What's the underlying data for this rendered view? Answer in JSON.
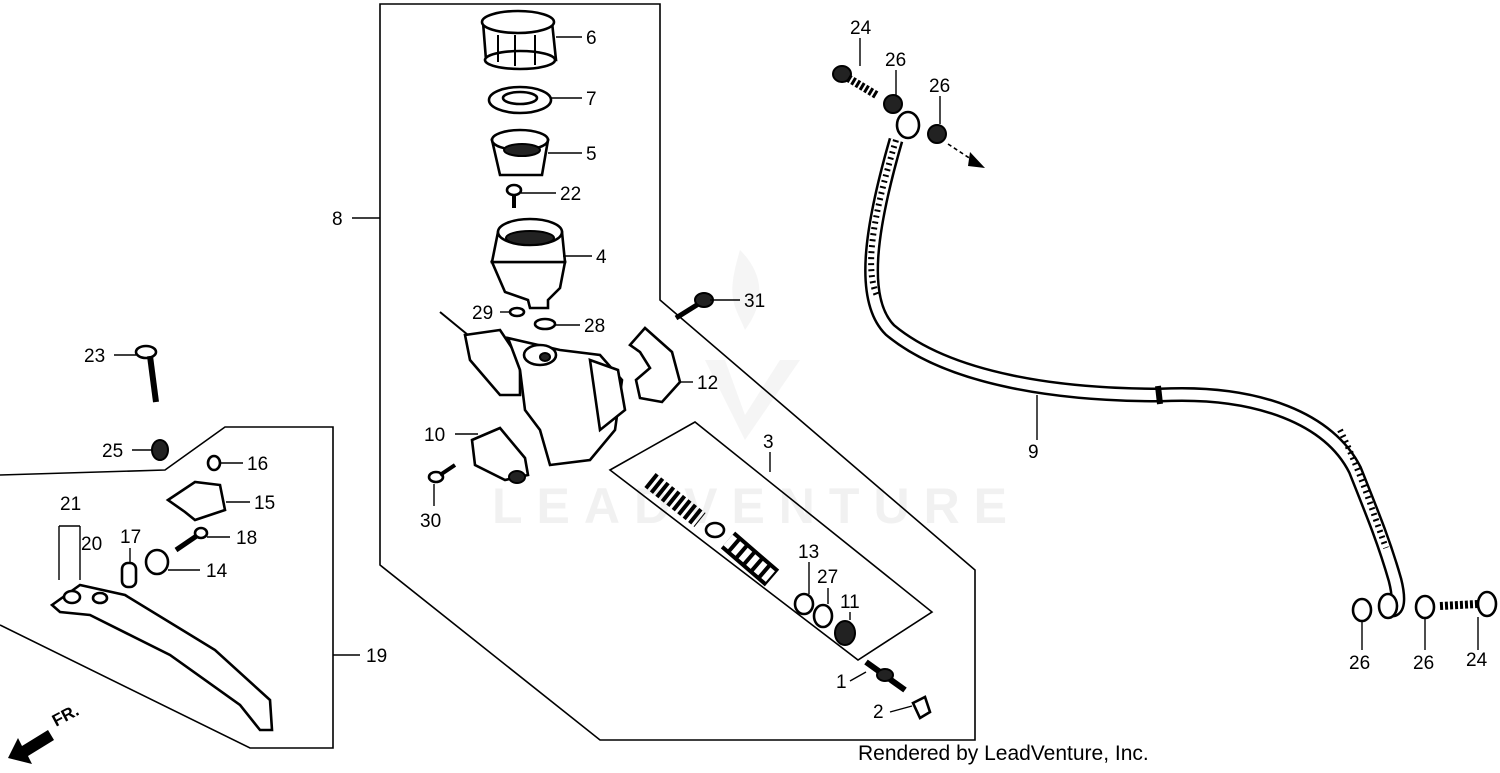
{
  "watermark": {
    "text": "LEADVENTURE"
  },
  "credit": {
    "text": "Rendered by LeadVenture, Inc."
  },
  "direction": {
    "label": "FR."
  },
  "callouts": [
    {
      "label": "6"
    },
    {
      "label": "7"
    },
    {
      "label": "5"
    },
    {
      "label": "22"
    },
    {
      "label": "8"
    },
    {
      "label": "4"
    },
    {
      "label": "29"
    },
    {
      "label": "28"
    },
    {
      "label": "31"
    },
    {
      "label": "12"
    },
    {
      "label": "23"
    },
    {
      "label": "10"
    },
    {
      "label": "3"
    },
    {
      "label": "25"
    },
    {
      "label": "16"
    },
    {
      "label": "15"
    },
    {
      "label": "30"
    },
    {
      "label": "21"
    },
    {
      "label": "20"
    },
    {
      "label": "17"
    },
    {
      "label": "18"
    },
    {
      "label": "14"
    },
    {
      "label": "13"
    },
    {
      "label": "27"
    },
    {
      "label": "11"
    },
    {
      "label": "19"
    },
    {
      "label": "1"
    },
    {
      "label": "2"
    },
    {
      "label": "24"
    },
    {
      "label": "26"
    },
    {
      "label": "26"
    },
    {
      "label": "9"
    },
    {
      "label": "26"
    },
    {
      "label": "26"
    },
    {
      "label": "24"
    }
  ]
}
